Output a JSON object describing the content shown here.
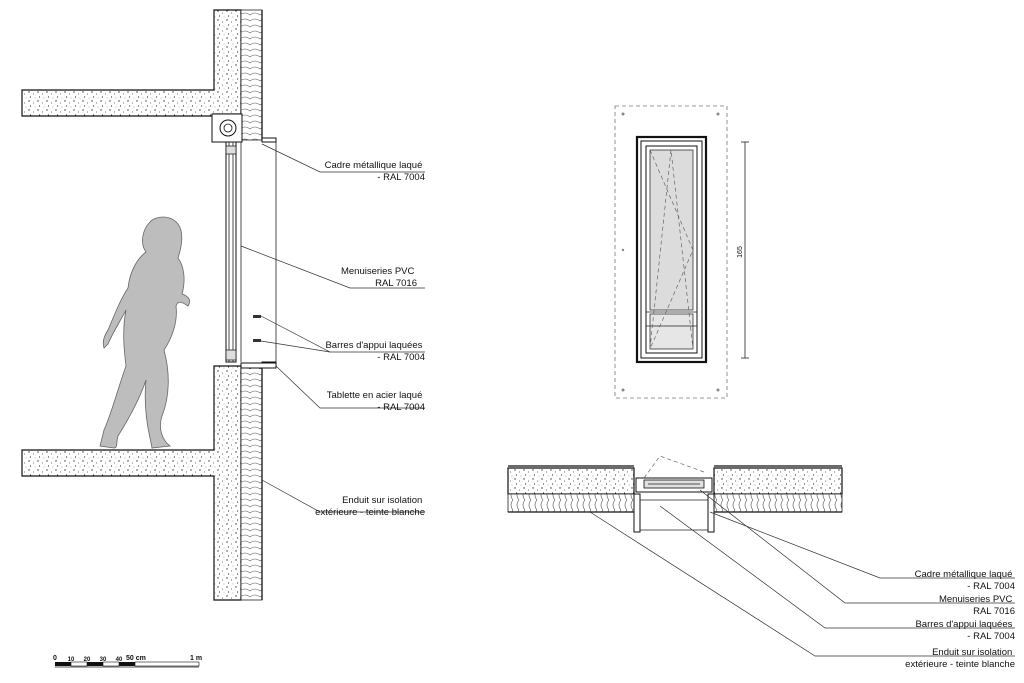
{
  "section_labels": [
    {
      "line1": "Cadre métallique laqué",
      "line2": "- RAL 7004"
    },
    {
      "line1": "Menuiseries PVC",
      "line2": "RAL 7016"
    },
    {
      "line1": "Barres d'appui laquées",
      "line2": "- RAL 7004"
    },
    {
      "line1": "Tablette en acier laqué",
      "line2": "- RAL 7004"
    },
    {
      "line1": "Enduit sur isolation",
      "line2": "extérieure - teinte blanche"
    }
  ],
  "plan_labels": [
    {
      "line1": "Cadre métallique laqué",
      "line2": "- RAL 7004"
    },
    {
      "line1": "Menuiseries PVC",
      "line2": "RAL 7016"
    },
    {
      "line1": "Barres d'appui laquées",
      "line2": "- RAL 7004"
    },
    {
      "line1": "Enduit sur isolation",
      "line2": "extérieure - teinte blanche"
    }
  ],
  "elevation": {
    "dimension": "165"
  },
  "scale_bar": {
    "ticks": [
      "0",
      "10",
      "20",
      "30",
      "40",
      "50 cm",
      "1 m"
    ]
  },
  "colors": {
    "line": "#111111",
    "figure": "#bdbdbd",
    "glass": "#dcdcdc"
  }
}
